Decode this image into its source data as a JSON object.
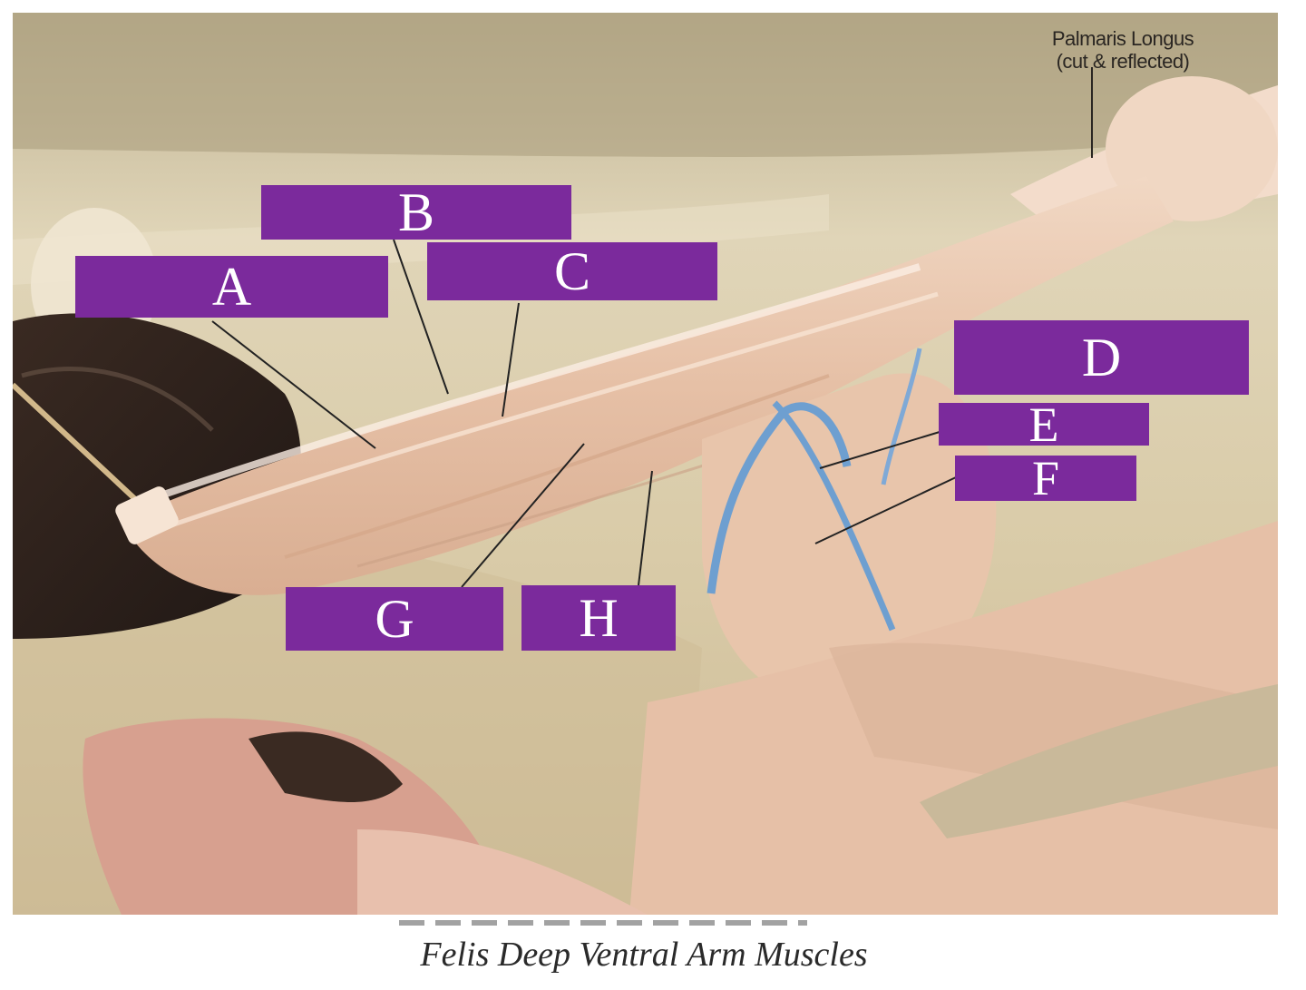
{
  "labels": {
    "a": "A",
    "b": "B",
    "c": "C",
    "d": "D",
    "e": "E",
    "f": "F",
    "g": "G",
    "h": "H"
  },
  "annotation": {
    "line1": "Palmaris Longus",
    "line2": "(cut & reflected)"
  },
  "caption": "Felis Deep Ventral Arm Muscles",
  "colors": {
    "label_box": "#7b2a9c",
    "label_text": "#ffffff",
    "tray": "#d8c9a6",
    "muscle": "#e8c6ae",
    "vein": "#6e9fd0"
  }
}
